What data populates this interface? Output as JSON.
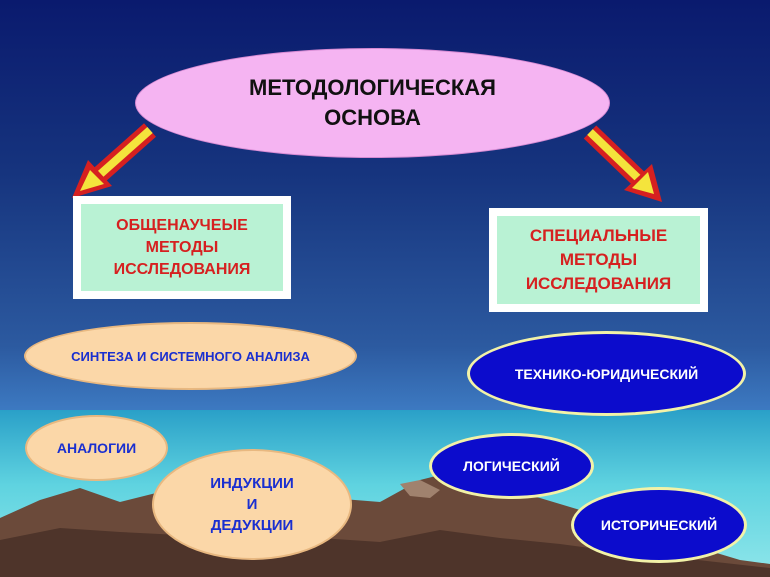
{
  "top": {
    "line1": "МЕТОДОЛОГИЧЕСКАЯ",
    "line2": "ОСНОВА"
  },
  "left_box": {
    "line1": "ОБЩЕНАУЧЕЫЕ",
    "line2": "МЕТОДЫ",
    "line3": "ИССЛЕДОВАНИЯ"
  },
  "right_box": {
    "line1": "СПЕЦИАЛЬНЫЕ",
    "line2": "МЕТОДЫ",
    "line3": "ИССЛЕДОВАНИЯ"
  },
  "general_methods": {
    "synthesis": "СИНТЕЗА И СИСТЕМНОГО АНАЛИЗА",
    "analogy": "АНАЛОГИИ",
    "induction": {
      "line1": "ИНДУКЦИИ",
      "line2": "И",
      "line3": "ДЕДУКЦИИ"
    }
  },
  "special_methods": {
    "technical": "ТЕХНИКО-ЮРИДИЧЕСКИЙ",
    "logical": "ЛОГИЧЕСКИЙ",
    "historical": "ИСТОРИЧЕСКИЙ"
  },
  "colors": {
    "top_ellipse": "#f5b4f2",
    "box_fill": "#b9f2d4",
    "box_text": "#d62020",
    "peach": "#fbd7a8",
    "blue": "#0c0ccc"
  }
}
